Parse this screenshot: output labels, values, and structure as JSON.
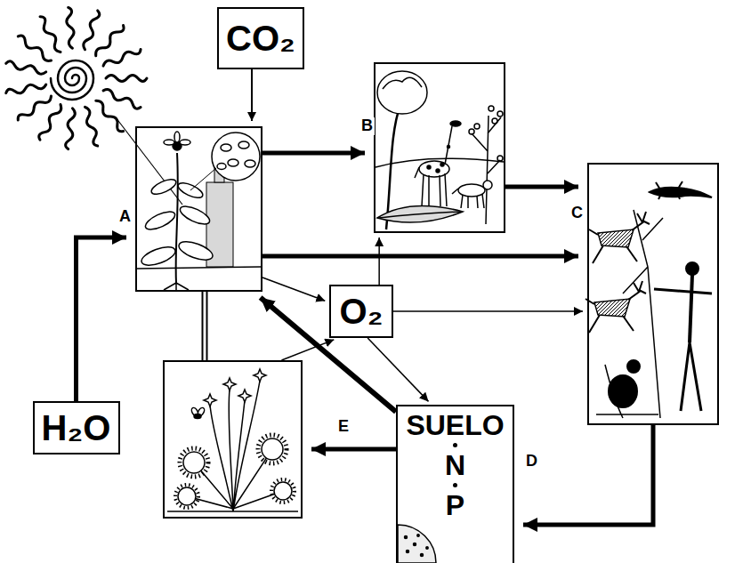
{
  "diagram": {
    "nodes": [
      {
        "text": [
          "CO₂"
        ]
      },
      {
        "text": [
          "A"
        ]
      },
      {
        "text": [
          "B"
        ]
      },
      {
        "text": [
          "C"
        ]
      },
      {
        "text": [
          "O₂"
        ]
      },
      {
        "text": [
          "H₂O"
        ]
      },
      {
        "text": [
          "E"
        ]
      },
      {
        "text": [
          "SUELO",
          "N",
          "P",
          "D"
        ]
      }
    ],
    "edges": [
      {
        "from": 0,
        "to": 1,
        "arrow": "to"
      },
      {
        "from": 5,
        "to": 1,
        "arrow": "to"
      },
      {
        "from": 1,
        "to": 2,
        "arrow": "to"
      },
      {
        "from": 1,
        "to": 3,
        "arrow": "to"
      },
      {
        "from": 2,
        "to": 3,
        "arrow": "to"
      },
      {
        "from": 1,
        "to": 4,
        "arrow": "to"
      },
      {
        "from": 4,
        "to": 2,
        "arrow": "to"
      },
      {
        "from": 4,
        "to": 3,
        "arrow": "to"
      },
      {
        "from": 4,
        "to": 7,
        "arrow": "to"
      },
      {
        "from": 6,
        "to": 4,
        "arrow": "to"
      },
      {
        "from": 3,
        "to": 7,
        "arrow": "to"
      },
      {
        "from": 7,
        "to": 1,
        "arrow": "to"
      },
      {
        "from": 7,
        "to": 6,
        "arrow": "to"
      },
      {
        "from": 1,
        "to": 6,
        "arrow": "none"
      }
    ]
  }
}
